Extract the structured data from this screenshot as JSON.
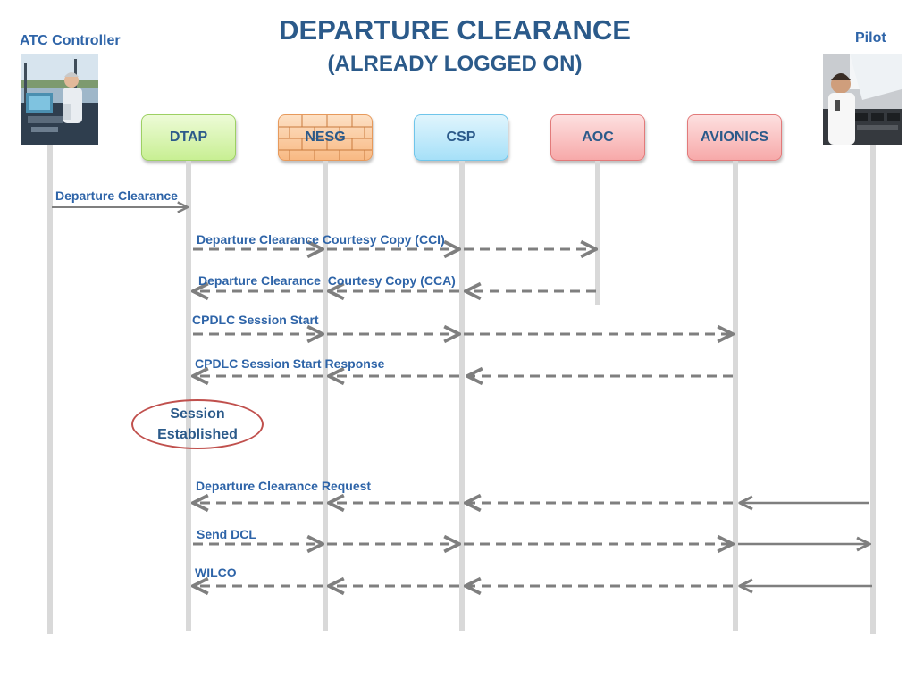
{
  "title": {
    "line1": "DEPARTURE CLEARANCE",
    "line2": "(ALREADY LOGGED ON)"
  },
  "actors": {
    "atc": {
      "label": "ATC Controller",
      "image": "air-traffic-controller-photo"
    },
    "pilot": {
      "label": "Pilot",
      "image": "pilot-cockpit-photo"
    }
  },
  "systems": [
    {
      "id": "dtap",
      "label": "DTAP",
      "color": "#c8ef93"
    },
    {
      "id": "nesg",
      "label": "NESG",
      "color": "#f8b983"
    },
    {
      "id": "csp",
      "label": "CSP",
      "color": "#a6e0f8"
    },
    {
      "id": "aoc",
      "label": "AOC",
      "color": "#f7a9a9"
    },
    {
      "id": "avionics",
      "label": "AVIONICS",
      "color": "#f7a9a9"
    }
  ],
  "messages": [
    {
      "label": "Departure Clearance",
      "from": "ATC Controller",
      "to": "DTAP",
      "style": "solid"
    },
    {
      "label": "Departure Clearance Courtesy Copy (CCI)",
      "from": "DTAP",
      "to": "AOC",
      "style": "dashed"
    },
    {
      "label": "Departure Clearance  Courtesy Copy (CCA)",
      "from": "AOC",
      "to": "DTAP",
      "style": "dashed"
    },
    {
      "label": "CPDLC Session Start",
      "from": "DTAP",
      "to": "AVIONICS",
      "style": "dashed"
    },
    {
      "label": "CPDLC Session Start Response",
      "from": "AVIONICS",
      "to": "DTAP",
      "style": "dashed"
    },
    {
      "label": "Departure Clearance Request",
      "from": "Pilot",
      "to": "DTAP",
      "style": "mixed"
    },
    {
      "label": "Send DCL",
      "from": "DTAP",
      "to": "Pilot",
      "style": "mixed"
    },
    {
      "label": "WILCO",
      "from": "Pilot",
      "to": "DTAP",
      "style": "mixed"
    }
  ],
  "session_note": {
    "line1": "Session",
    "line2": "Established",
    "border_color": "#c0504d"
  },
  "colors": {
    "title": "#2b5a8a",
    "label": "#2e64a8",
    "arrow": "#7f7f7f",
    "lifeline": "#d9d9d9"
  }
}
